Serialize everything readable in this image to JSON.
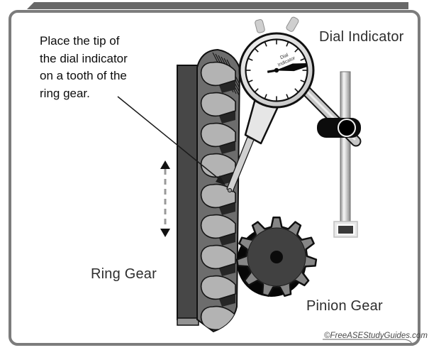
{
  "diagram": {
    "annotation": {
      "lines": [
        "Place the tip of",
        "the dial indicator",
        "on a tooth of the",
        "ring gear."
      ]
    },
    "labels": {
      "dial_indicator": "Dial Indicator",
      "ring_gear": "Ring Gear",
      "pinion_gear": "Pinion Gear"
    },
    "dial_face": {
      "line1": "Dial",
      "line2": "Indicator"
    },
    "watermark": "©FreeASEStudyGuides.com",
    "colors": {
      "frame": "#7c7c7c",
      "top_bar": "#686868",
      "gear_slab": "#474747",
      "gear_band": "#6d6d6d",
      "gear_tooth": "#b3b3b3",
      "tooth_gap": "#262626",
      "pinion_body": "#868686",
      "pinion_core": "#414141",
      "clamp": "#0c0c0c",
      "outline": "#0f0f0f"
    }
  }
}
